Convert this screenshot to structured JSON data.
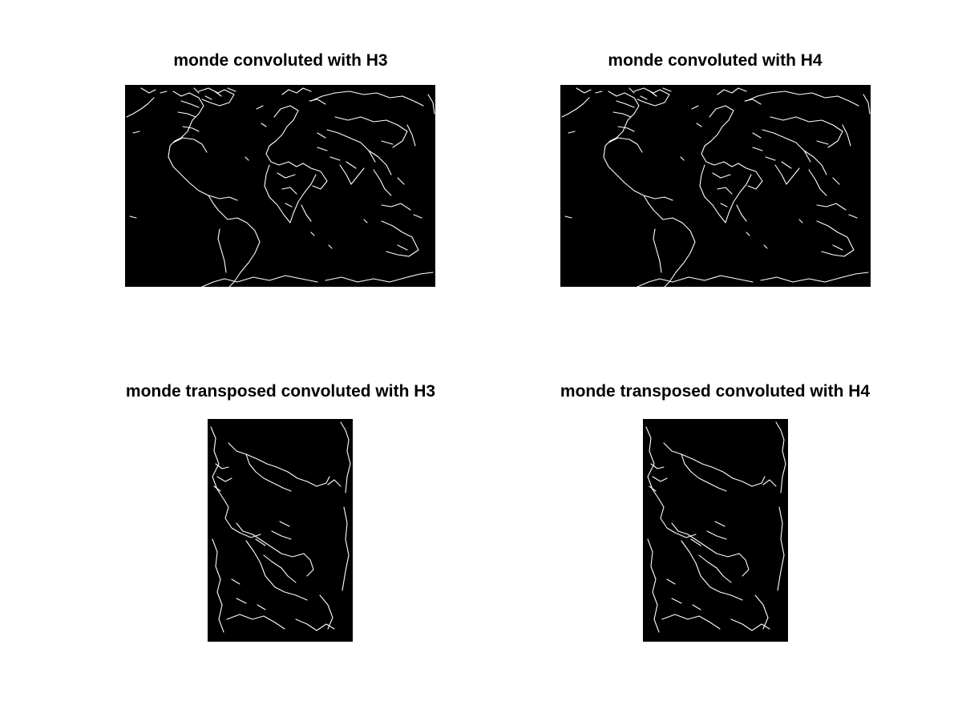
{
  "figure": {
    "background": "#ffffff",
    "image_background": "#000000",
    "edge_color": "#ffffff"
  },
  "subplots": [
    {
      "title": "monde convoluted with H3",
      "content": "world-map-edges-horizontal"
    },
    {
      "title": "monde convoluted with H4",
      "content": "world-map-edges-horizontal"
    },
    {
      "title": "monde transposed convoluted with H3",
      "content": "world-map-edges-transposed"
    },
    {
      "title": "monde transposed convoluted with H4",
      "content": "world-map-edges-transposed"
    }
  ]
}
